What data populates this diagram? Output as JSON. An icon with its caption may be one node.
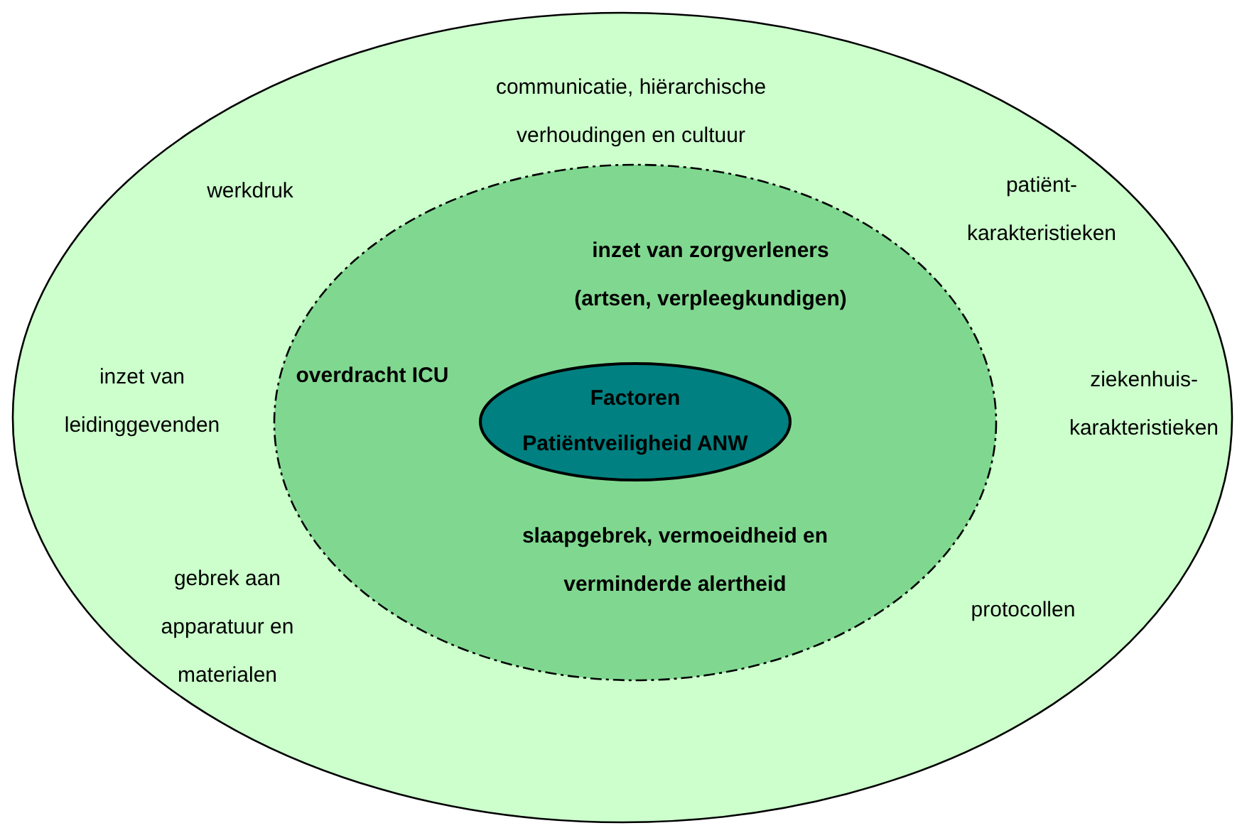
{
  "diagram": {
    "nodes": [
      {
        "text": [
          "communicatie, hiërarchische verhoudingen en cultuur",
          "werkdruk",
          "patiënt- karakteristieken",
          "inzet van leidinggevenden",
          "ziekenhuis- karakteristieken",
          "gebrek aan apparatuur en materialen",
          "protocollen"
        ]
      },
      {
        "text": [
          "inzet van zorgverleners (artsen, verpleegkundigen)",
          "overdracht ICU",
          "slaapgebrek, vermoeidheid en verminderde alertheid"
        ],
        "in": 0
      },
      {
        "text": [
          "Factoren Patiëntveiligheid ANW"
        ],
        "in": 1
      }
    ]
  }
}
